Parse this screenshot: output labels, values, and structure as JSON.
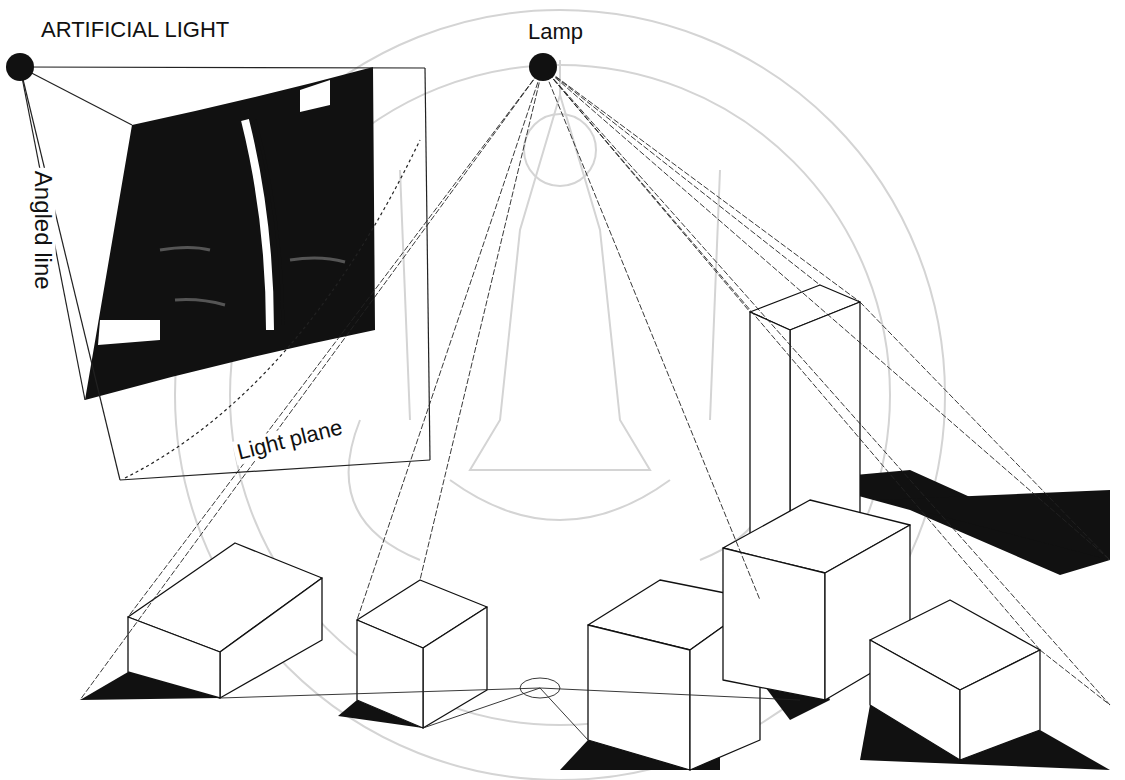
{
  "diagram": {
    "title": "ARTIFICIAL LIGHT",
    "labels": [
      "Lamp",
      "Angled line",
      "Light plane"
    ]
  }
}
